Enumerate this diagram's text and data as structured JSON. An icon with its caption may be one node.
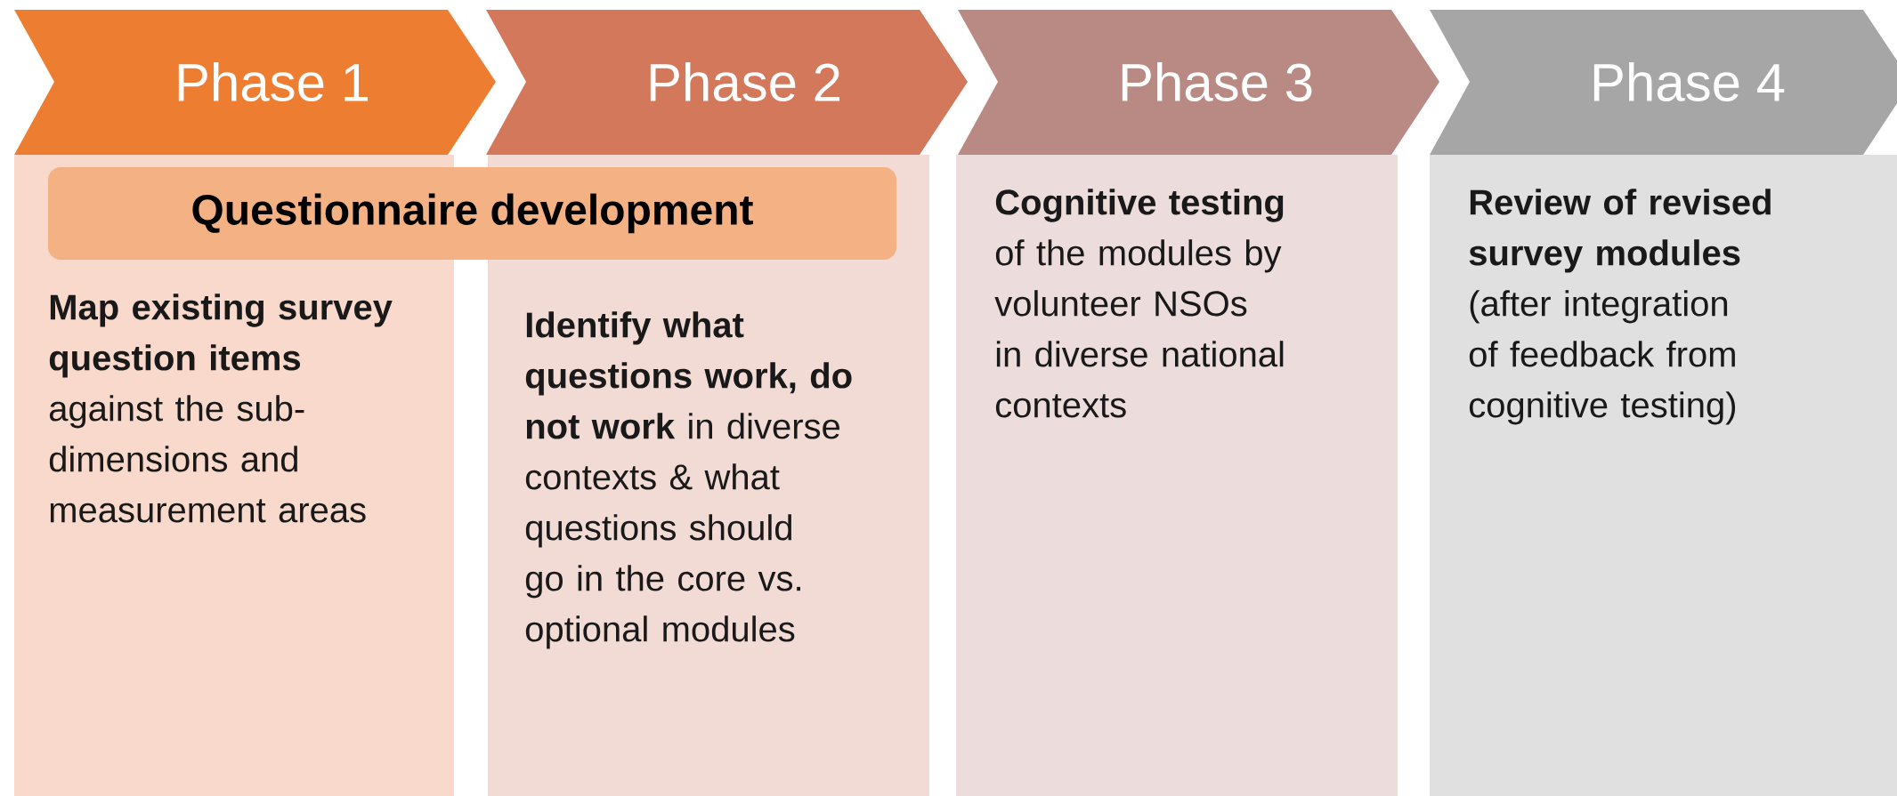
{
  "diagram": {
    "nodes": [
      {
        "text": [
          "Phase 1"
        ]
      },
      {
        "text": [
          "Phase 2"
        ]
      },
      {
        "text": [
          "Phase 3"
        ]
      },
      {
        "text": [
          "Phase 4"
        ]
      },
      {
        "text": [
          "Questionnaire development"
        ]
      },
      {
        "text": [
          "**Map existing survey question items** against the sub-dimensions and measurement areas"
        ]
      },
      {
        "text": [
          "**Identify what questions work, do not work** in diverse contexts & what questions should go in the core vs. optional modules"
        ]
      },
      {
        "text": [
          "**Cognitive testing** of the modules by volunteer NSOs in diverse national contexts"
        ]
      },
      {
        "text": [
          "**Review of revised survey modules** (after integration of feedback from cognitive testing)"
        ]
      }
    ]
  }
}
